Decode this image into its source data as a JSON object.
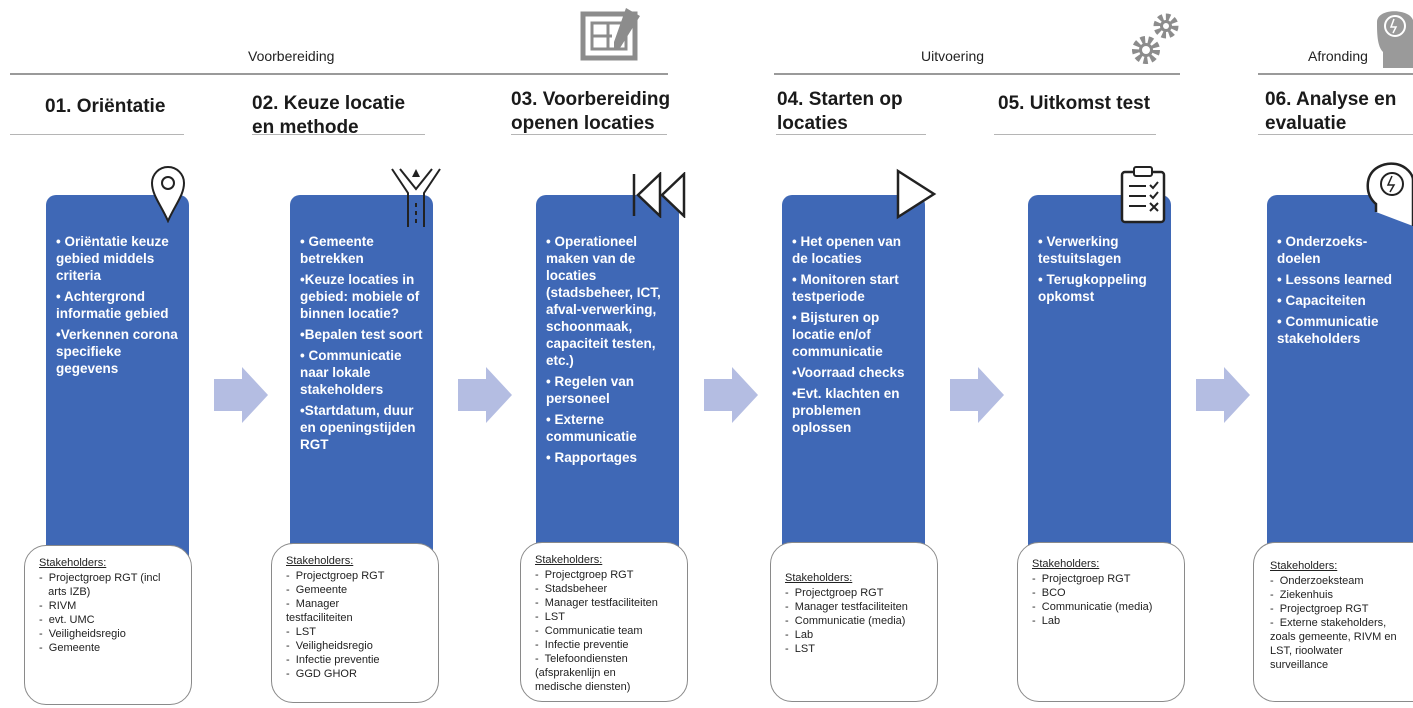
{
  "phases": [
    {
      "label": "Voorbereiding"
    },
    {
      "label": "Uitvoering"
    },
    {
      "label": "Afronding"
    }
  ],
  "steps": [
    {
      "title": [
        "01. Oriëntatie"
      ],
      "icon": "location-pin-icon",
      "bullets": [
        "• Oriëntatie keuze gebied middels criteria",
        "• Achtergrond informatie gebied",
        "•Verkennen corona specifieke gegevens"
      ],
      "stakeholders_title": "Stakeholders:",
      "stakeholders": [
        "-  Projectgroep RGT (incl\n   arts IZB)",
        "-  RIVM",
        "-  evt. UMC",
        "-  Veiligheidsregio",
        "-  Gemeente"
      ]
    },
    {
      "title": [
        "02. Keuze locatie",
        "en methode"
      ],
      "icon": "crossroads-icon",
      "bullets": [
        "• Gemeente betrekken",
        "•Keuze locaties in gebied: mobiele of binnen locatie?",
        "•Bepalen test soort",
        "• Communicatie naar lokale stakeholders",
        "•Startdatum, duur en openingstijden RGT"
      ],
      "stakeholders_title": "Stakeholders:",
      "stakeholders": [
        "-  Projectgroep RGT",
        "-  Gemeente",
        "-  Manager\ntestfaciliteiten",
        "-  LST",
        "-  Veiligheidsregio",
        "-  Infectie preventie",
        "-  GGD GHOR"
      ]
    },
    {
      "title": [
        "03. Voorbereiding",
        "openen locaties"
      ],
      "icon": "rewind-icon",
      "bullets": [
        "• Operationeel maken van de locaties (stadsbeheer, ICT, afval-verwerking, schoonmaak, capaciteit testen, etc.)",
        "• Regelen van personeel",
        "• Externe communicatie",
        "• Rapportages"
      ],
      "stakeholders_title": "Stakeholders:",
      "stakeholders": [
        "-  Projectgroep RGT",
        "-  Stadsbeheer",
        "-  Manager testfaciliteiten",
        "-  LST",
        "-  Communicatie team",
        "-  Infectie preventie",
        "-  Telefoondiensten\n(afsprakenlijn en\nmedische diensten)"
      ]
    },
    {
      "title": [
        "04. Starten op",
        "locaties"
      ],
      "icon": "play-icon",
      "bullets": [
        "• Het openen van de locaties",
        "• Monitoren start testperiode",
        "• Bijsturen op locatie en/of communicatie",
        "•Voorraad checks",
        "•Evt. klachten en problemen oplossen"
      ],
      "stakeholders_title": "Stakeholders:",
      "stakeholders": [
        "-  Projectgroep RGT",
        "-  Manager testfaciliteiten",
        "-  Communicatie (media)",
        "-  Lab",
        "-  LST"
      ]
    },
    {
      "title": [
        "05. Uitkomst test"
      ],
      "icon": "clipboard-checklist-icon",
      "bullets": [
        "• Verwerking testuitslagen",
        "• Terugkoppeling opkomst"
      ],
      "stakeholders_title": "Stakeholders:",
      "stakeholders": [
        "-  Projectgroep RGT",
        "-  BCO",
        "-  Communicatie (media)",
        "-  Lab"
      ]
    },
    {
      "title": [
        "06. Analyse en",
        "evaluatie"
      ],
      "icon": "lightbulb-head-icon",
      "bullets": [
        "• Onderzoeks-doelen",
        "• Lessons learned",
        "• Capaciteiten",
        "• Communicatie stakeholders"
      ],
      "stakeholders_title": "Stakeholders:",
      "stakeholders": [
        "-  Onderzoeksteam",
        "-  Ziekenhuis",
        "-  Projectgroep RGT",
        "-  Externe stakeholders,\nzoals gemeente, RIVM en\nLST, rioolwater\nsurveillance"
      ]
    }
  ],
  "colors": {
    "column": "#3f68b6",
    "arrow": "#b4bde2",
    "phase_line": "#9a9a9a",
    "icon": "#8c8c8c"
  }
}
